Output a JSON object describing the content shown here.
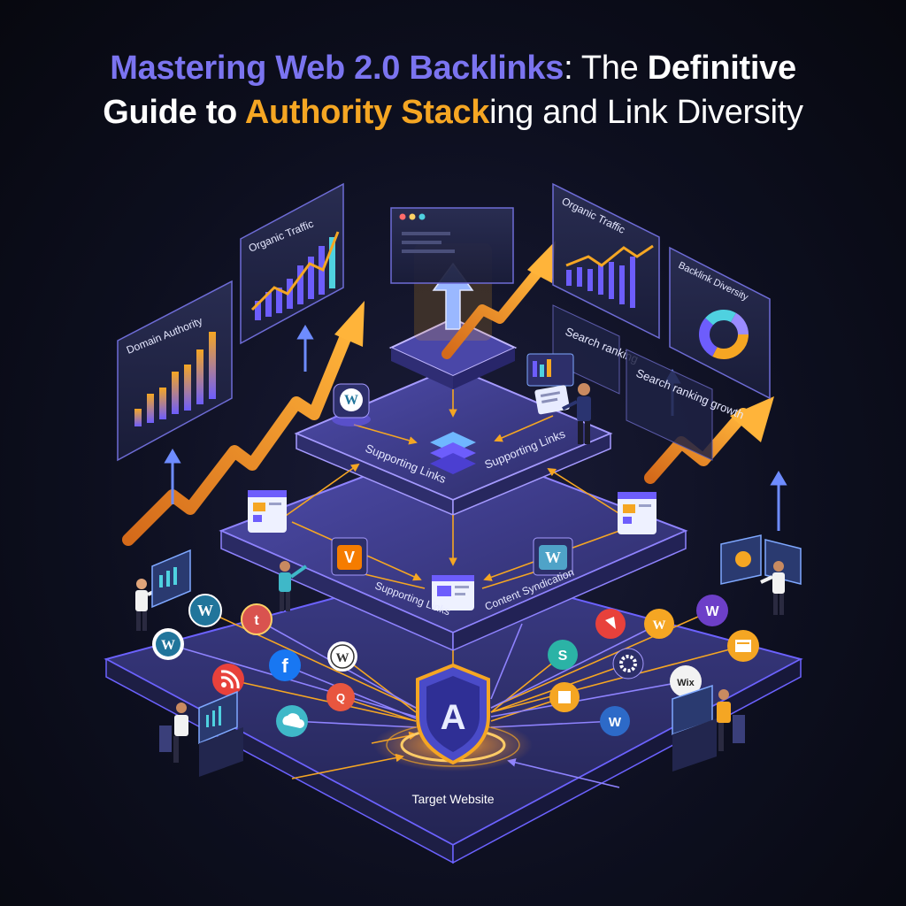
{
  "title": {
    "line1": [
      {
        "text": "Mastering Web 2.0 Backlinks",
        "style": "blue"
      },
      {
        "text": ": The ",
        "style": "light"
      },
      {
        "text": "Definitive",
        "style": "white"
      }
    ],
    "line2": [
      {
        "text": "Guide to ",
        "style": "white"
      },
      {
        "text": "Authority Stack",
        "style": "orange"
      },
      {
        "text": "ing and Link Diversity",
        "style": "light"
      }
    ]
  },
  "panels": {
    "domain_authority": "Domain Authority",
    "organic_traffic_left": "Organic Traffic",
    "organic_traffic_right": "Organic Traffic",
    "backlink_diversity": "Backlink Diversity",
    "search_ranking": "Search ranking",
    "search_ranking_growth": "Search ranking growth"
  },
  "labels": {
    "supporting_links_left": "Supporting Links",
    "supporting_links_right": "Supporting Links",
    "supporting_links_mid": "Supporting Links",
    "content_syndication": "Content Syndication",
    "target_website": "Target Website"
  },
  "icons": {
    "top_tier": [
      "wordpress-icon",
      "stack-icon",
      "document-icon"
    ],
    "mid_tier": [
      "browser-icon",
      "blogger-icon",
      "browser-icon",
      "wordpress-icon",
      "browser-icon"
    ],
    "bottom_tier": [
      "wordpress-icon",
      "tumblr-icon",
      "wordpress-icon",
      "rss-icon",
      "facebook-icon",
      "wordpress-icon",
      "quora-icon",
      "cloud-icon",
      "weebly-icon",
      "scoop-icon",
      "site-icon",
      "medium-icon",
      "wix-icon",
      "wordpress-icon",
      "webflow-icon",
      "gear-icon",
      "wiki-icon",
      "layout-icon"
    ],
    "center": "shield-a-icon"
  },
  "colors": {
    "accent_blue": "#7b74f0",
    "accent_orange": "#f5a623",
    "platform_glow": "#7b6cff",
    "background": "#0d0f1f"
  }
}
